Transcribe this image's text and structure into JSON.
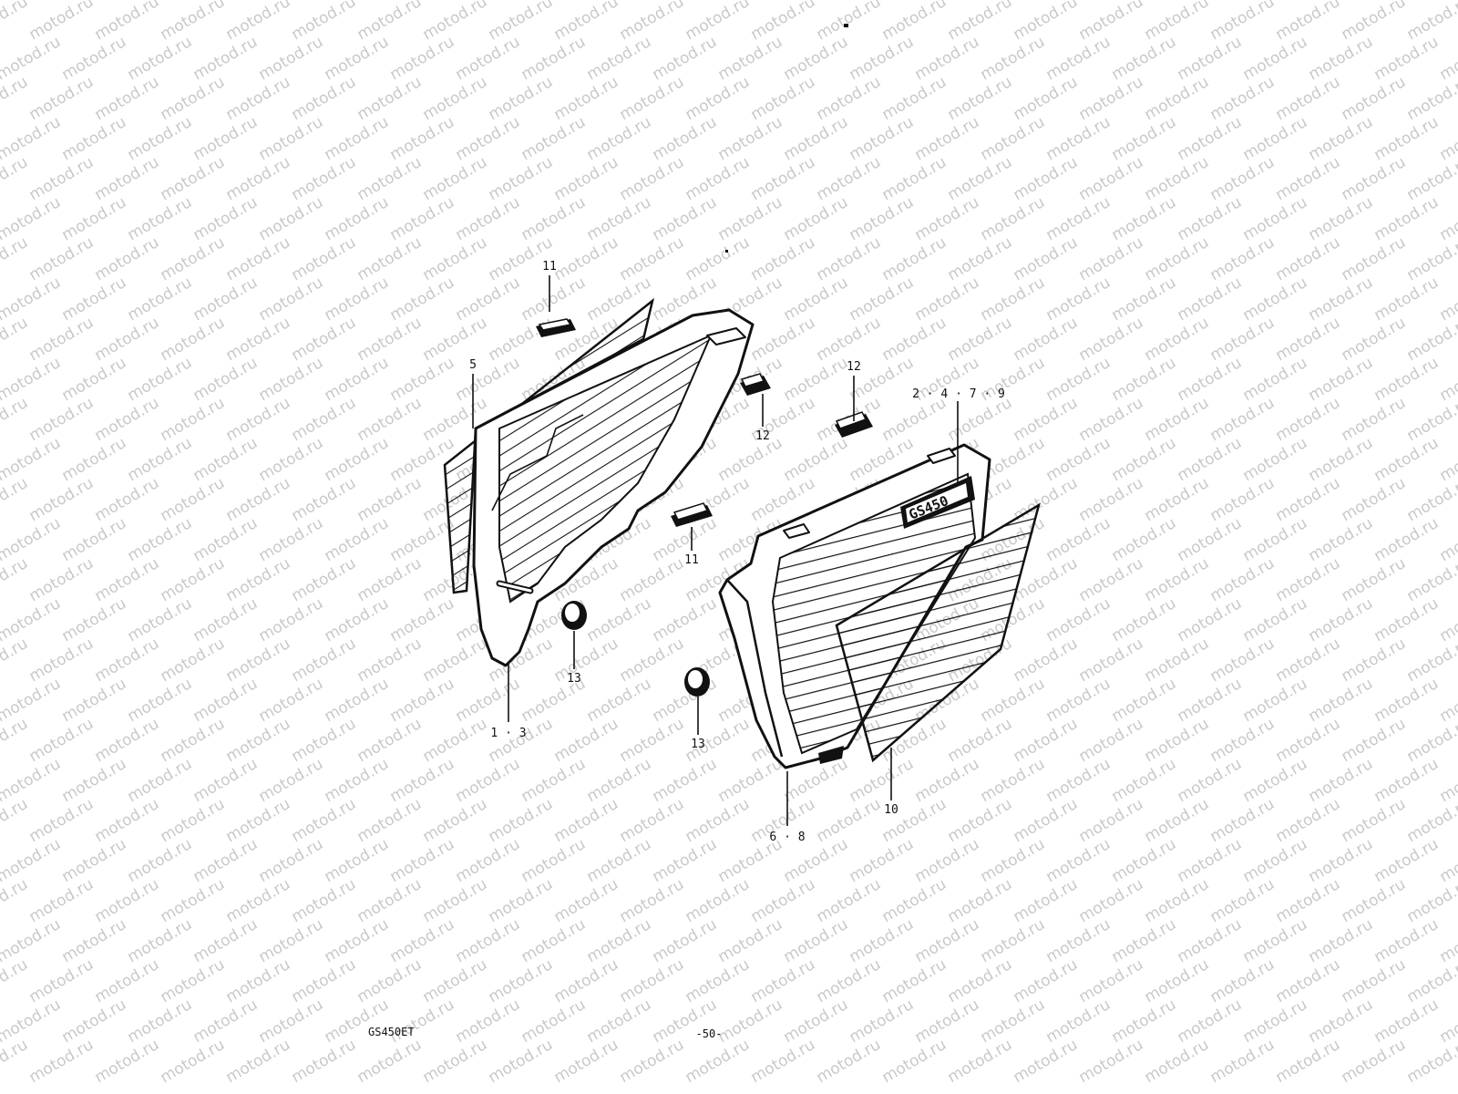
{
  "watermark": {
    "text": "motod.ru",
    "color": "#c9c9c9"
  },
  "callouts": {
    "c11_top": "11",
    "c5": "5",
    "c12_a": "12",
    "c12_b": "12",
    "c2479": "2 · 4 · 7 · 9",
    "c11_mid": "11",
    "c13_a": "13",
    "c13_b": "13",
    "c13": "1 · 3",
    "c68": "6 · 8",
    "c10": "10"
  },
  "emblem": {
    "text": "GS450"
  },
  "footer": {
    "model": "GS450ET",
    "page": "-50-"
  },
  "colors": {
    "line": "#111111",
    "background": "#ffffff"
  }
}
